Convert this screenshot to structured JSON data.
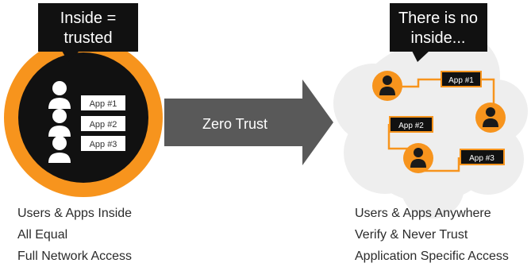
{
  "left": {
    "bubble_line1": "Inside =",
    "bubble_line2": "trusted",
    "apps": [
      "App #1",
      "App #2",
      "App #3"
    ],
    "captions": [
      "Users & Apps Inside",
      "All Equal",
      "Full Network Access"
    ]
  },
  "arrow": {
    "label": "Zero Trust"
  },
  "right": {
    "bubble_line1": "There is no",
    "bubble_line2": "inside...",
    "apps": [
      "App #1",
      "App #2",
      "App #3"
    ],
    "captions": [
      "Users & Apps Anywhere",
      "Verify & Never Trust",
      "Application Specific Access"
    ]
  },
  "colors": {
    "accent_orange": "#f7941d",
    "bubble_black": "#111111",
    "arrow_gray": "#595959",
    "cloud_gray": "#eeeeee",
    "icon_white": "#ffffff",
    "icon_black": "#1a1a1a"
  },
  "icons": {
    "user": "user-icon",
    "cloud": "cloud-shape"
  }
}
